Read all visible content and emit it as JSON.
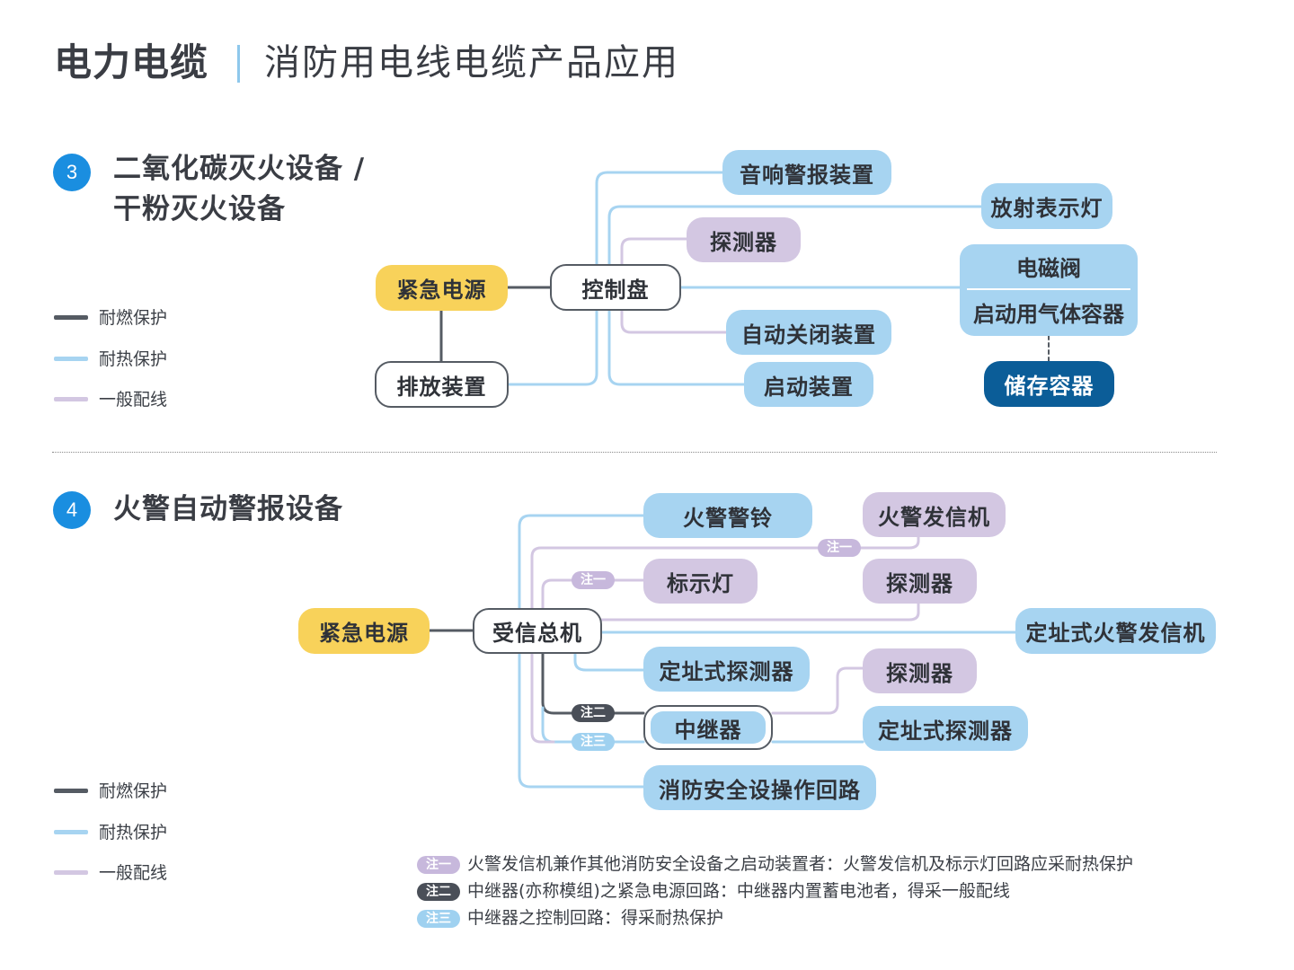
{
  "header": {
    "main": "电力电缆",
    "sub": "消防用电线电缆产品应用"
  },
  "colors": {
    "fire_resistant": "#555b63",
    "heat_resistant": "#a7d4f1",
    "general": "#d3c7e2",
    "emergency": "#f8d25a",
    "storage": "#0b5d98",
    "section_badge": "#1a8ee0"
  },
  "legend": {
    "fire_resistant": "耐燃保护",
    "heat_resistant": "耐热保护",
    "general": "一般配线"
  },
  "section3": {
    "number": "3",
    "title_line1": "二氧化碳灭火设备 /",
    "title_line2": "干粉灭火设备",
    "nodes": {
      "emergency_power": "紧急电源",
      "discharge_device": "排放装置",
      "control_panel": "控制盘",
      "sounder": "音响警报装置",
      "release_lamp": "放射表示灯",
      "detector": "探测器",
      "solenoid_valve": "电磁阀",
      "starting_container": "启动用气体容器",
      "auto_close": "自动关闭装置",
      "starter": "启动装置",
      "storage_container": "储存容器"
    }
  },
  "section4": {
    "number": "4",
    "title": "火警自动警报设备",
    "nodes": {
      "emergency_power": "紧急电源",
      "receiver": "受信总机",
      "fire_bell": "火警警铃",
      "fire_transmitter": "火警发信机",
      "indicator_lamp": "标示灯",
      "detector_1": "探测器",
      "addressable_transmitter": "定址式火警发信机",
      "addressable_detector_1": "定址式探测器",
      "detector_2": "探测器",
      "repeater": "中继器",
      "addressable_detector_2": "定址式探测器",
      "safety_loop": "消防安全设操作回路"
    },
    "tags": {
      "note1": "注一",
      "note2": "注二",
      "note3": "注三"
    }
  },
  "notes": [
    {
      "tag": "注一",
      "text": "火警发信机兼作其他消防安全设备之启动装置者：火警发信机及标示灯回路应采耐热保护"
    },
    {
      "tag": "注二",
      "text": "中继器(亦称模组)之紧急电源回路：中继器内置蓄电池者，得采一般配线"
    },
    {
      "tag": "注三",
      "text": "中继器之控制回路：得采耐热保护"
    }
  ]
}
